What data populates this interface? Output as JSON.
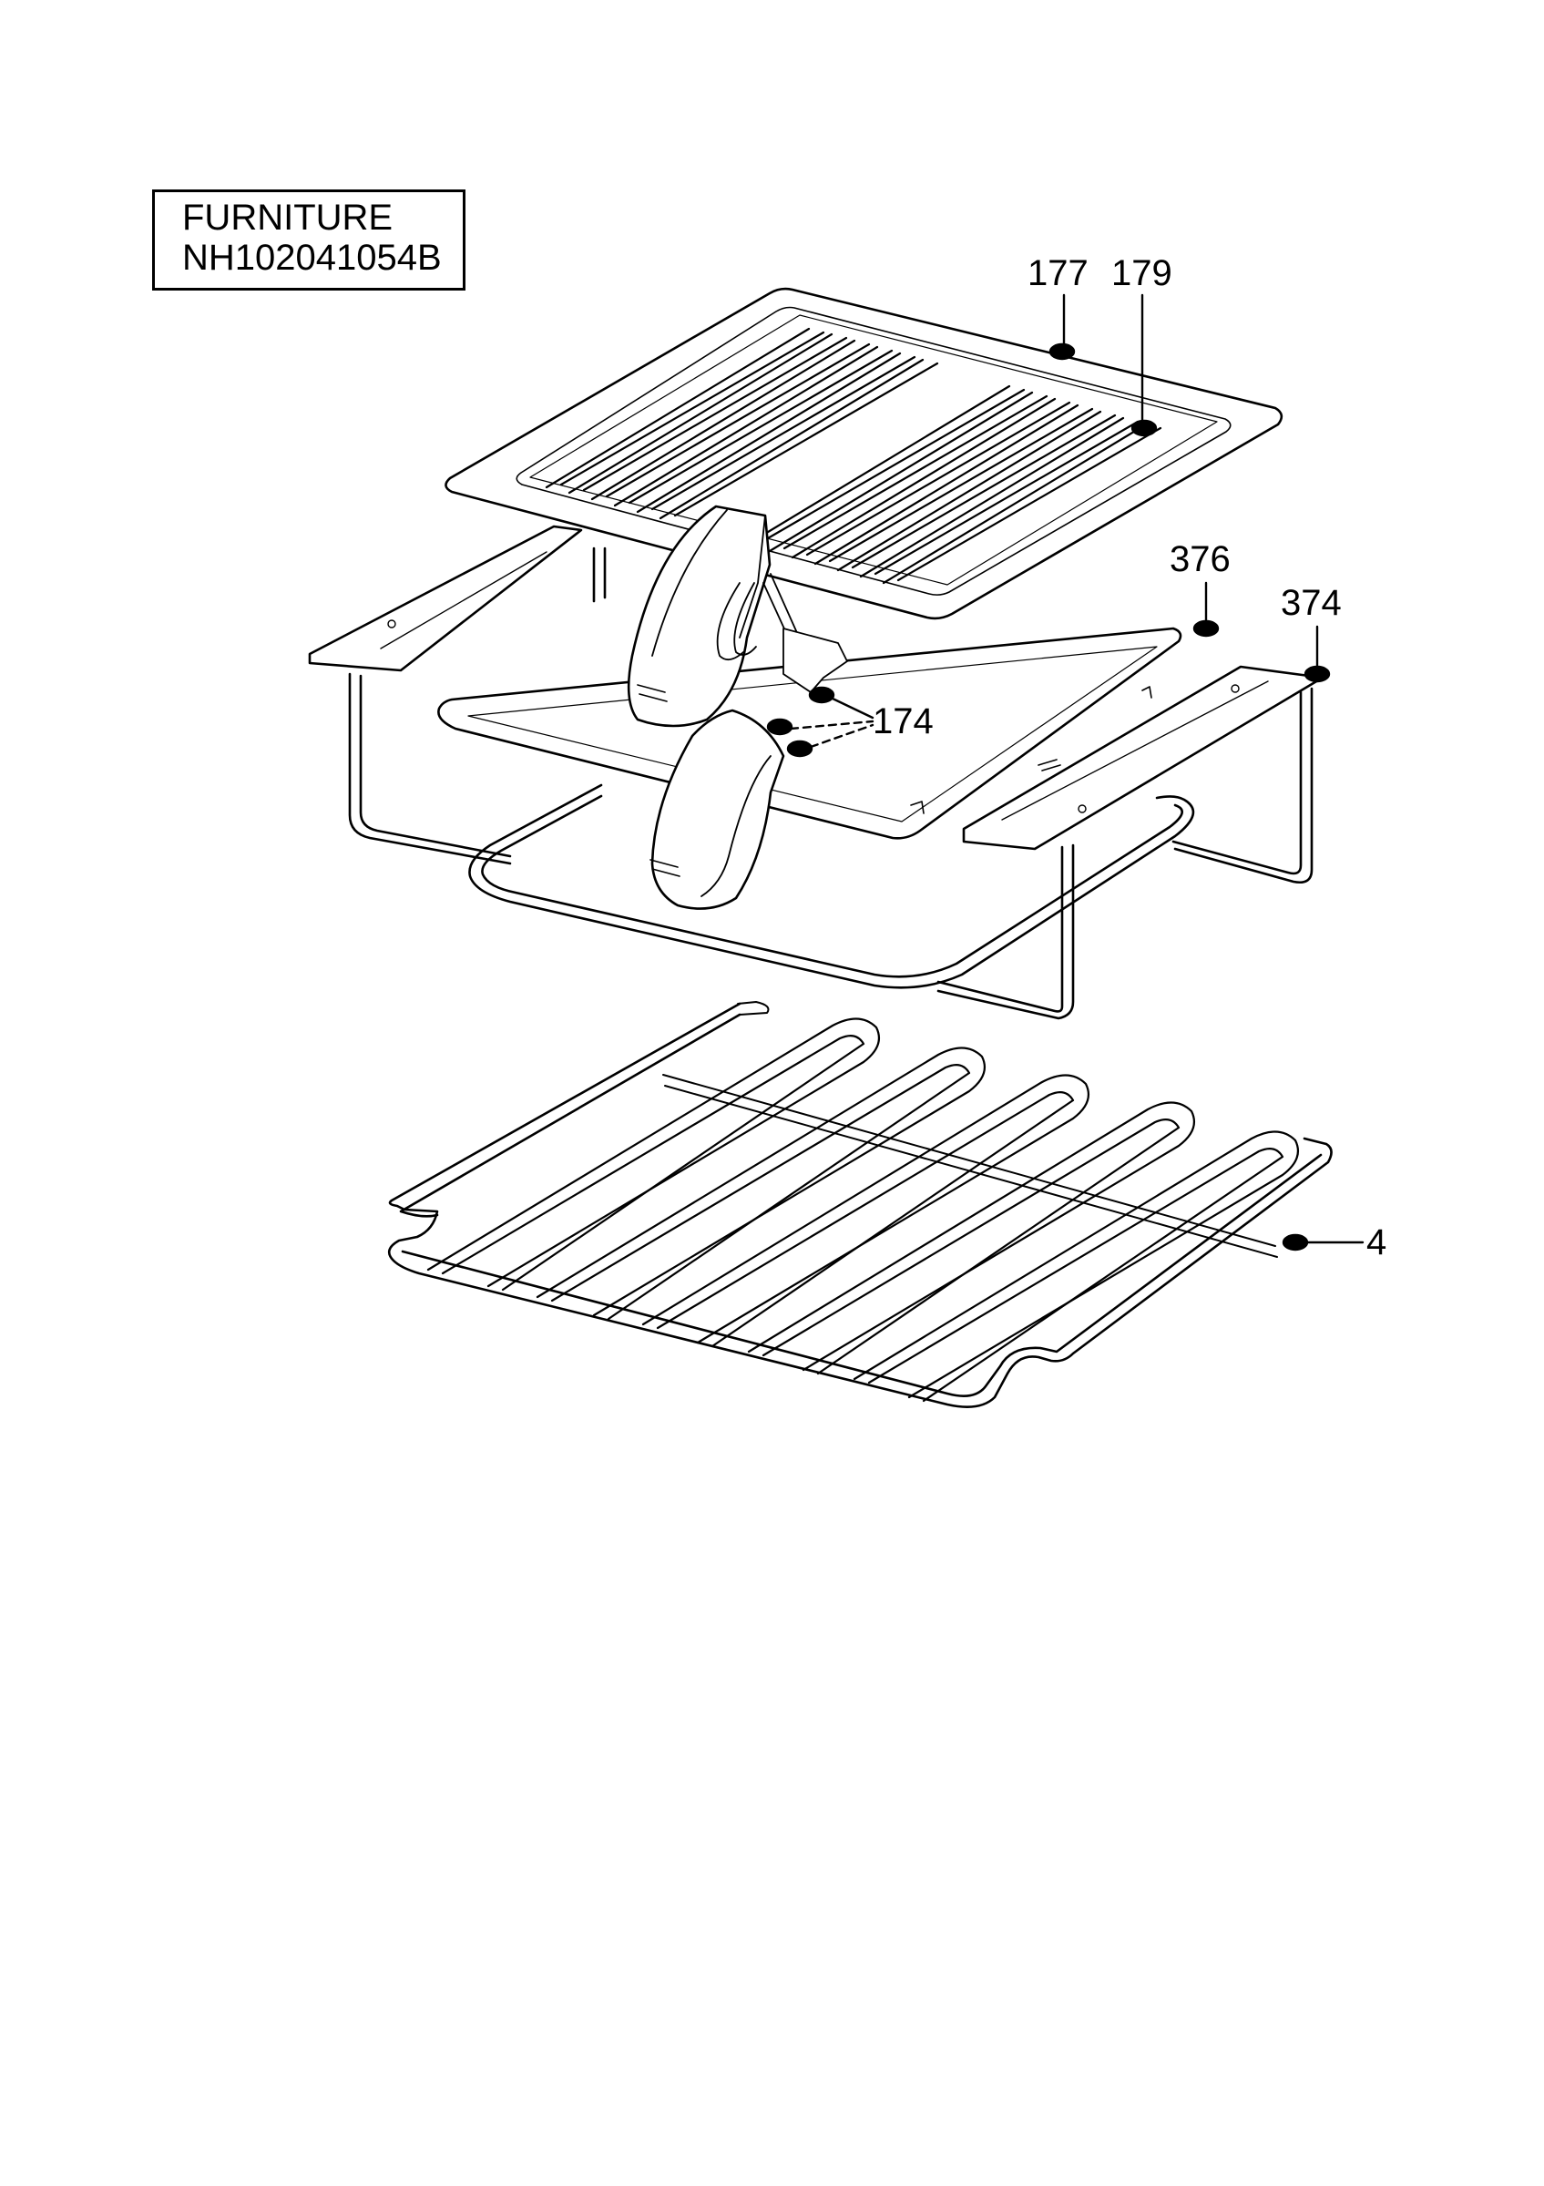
{
  "title": {
    "line1": "FURNITURE",
    "line2": "NH102041054B"
  },
  "callouts": {
    "c177": "177",
    "c179": "179",
    "c376": "376",
    "c374": "374",
    "c174": "174",
    "c4": "4"
  }
}
